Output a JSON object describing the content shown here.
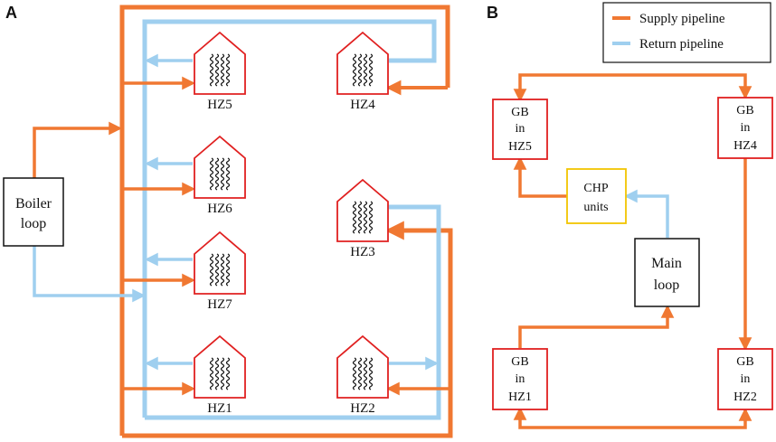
{
  "panel_a": {
    "label": "A",
    "boiler": [
      "Boiler",
      "loop"
    ],
    "zones": [
      "HZ5",
      "HZ4",
      "HZ6",
      "HZ3",
      "HZ7",
      "HZ1",
      "HZ2"
    ]
  },
  "panel_b": {
    "label": "B",
    "legend": {
      "supply": "Supply pipeline",
      "return": "Return pipeline"
    },
    "gb_hz5": [
      "GB",
      "in",
      "HZ5"
    ],
    "gb_hz4": [
      "GB",
      "in",
      "HZ4"
    ],
    "gb_hz1": [
      "GB",
      "in",
      "HZ1"
    ],
    "gb_hz2": [
      "GB",
      "in",
      "HZ2"
    ],
    "chp": [
      "CHP",
      "units"
    ],
    "main_loop": [
      "Main",
      "loop"
    ]
  },
  "colors": {
    "supply": "#f07832",
    "return": "#9fcfef",
    "house": "#e02020",
    "chp_border": "#f2c400",
    "text": "#111111"
  }
}
